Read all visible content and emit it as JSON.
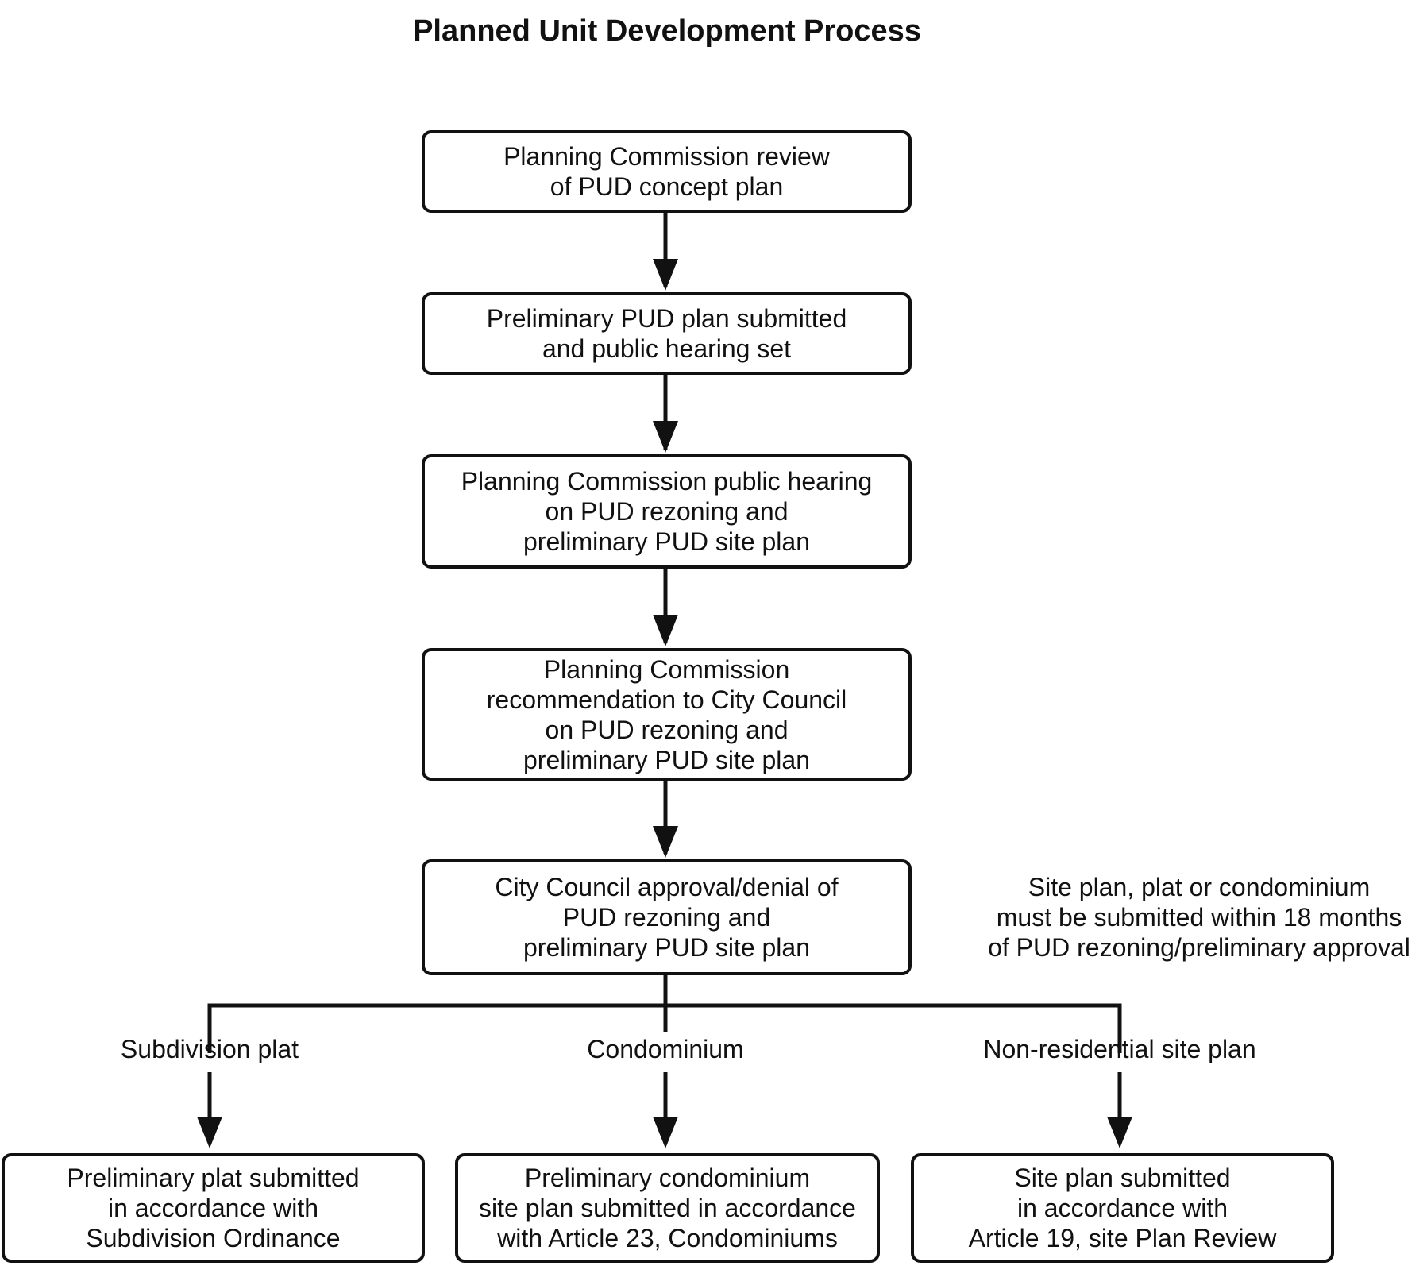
{
  "title": "Planned Unit Development Process",
  "steps": [
    {
      "lines": [
        "Planning Commission review",
        "of PUD concept plan"
      ]
    },
    {
      "lines": [
        "Preliminary PUD plan submitted",
        "and public hearing set"
      ]
    },
    {
      "lines": [
        "Planning Commission public hearing",
        "on PUD rezoning and",
        "preliminary PUD site plan"
      ]
    },
    {
      "lines": [
        "Planning Commission",
        "recommendation to City Council",
        "on PUD rezoning and",
        "preliminary PUD site plan"
      ]
    },
    {
      "lines": [
        "City Council approval/denial of",
        "PUD rezoning and",
        "preliminary PUD site plan"
      ]
    }
  ],
  "note": {
    "lines": [
      "Site plan, plat or condominium",
      "must be submitted within 18 months",
      "of PUD rezoning/preliminary approval"
    ]
  },
  "branches": [
    {
      "label": "Subdivision plat",
      "box": {
        "lines": [
          "Preliminary plat submitted",
          "in accordance with",
          "Subdivision Ordinance"
        ]
      }
    },
    {
      "label": "Condominium",
      "box": {
        "lines": [
          "Preliminary condominium",
          "site plan submitted in accordance",
          "with Article 23, Condominiums"
        ]
      }
    },
    {
      "label": "Non-residential site plan",
      "box": {
        "lines": [
          "Site plan submitted",
          "in accordance with",
          "Article 19, site Plan Review"
        ]
      }
    }
  ]
}
